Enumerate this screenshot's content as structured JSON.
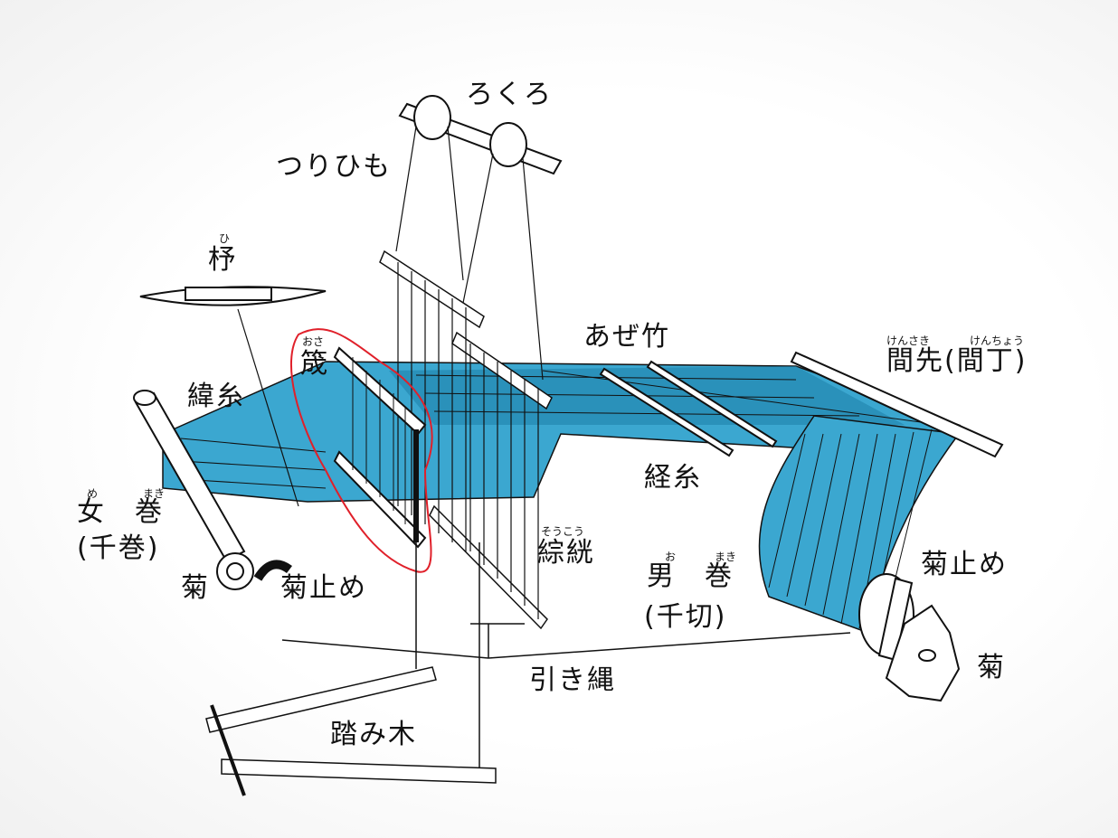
{
  "title": "機織り機の各部名称",
  "labels": {
    "rokuro": "ろくろ",
    "tsurihimo": "つりひも",
    "hi": "杼",
    "hi_ruby": "ひ",
    "osa": "筬",
    "osa_ruby": "おさ",
    "nukiito": "緯糸",
    "azedake": "あぜ竹",
    "kensaki": "間先(間丁)",
    "kensaki_ruby": "けんさき",
    "kencho_ruby": "けんちょう",
    "tateito": "経糸",
    "memaki": "女　巻",
    "memaki_ruby_1": "め",
    "memaki_ruby_2": "まき",
    "chimaki": "(千巻)",
    "kiku_left": "菊",
    "kikudome_left": "菊止め",
    "soukou": "綜絖",
    "soukou_ruby": "そうこう",
    "omaki": "男　巻",
    "omaki_ruby_1": "お",
    "omaki_ruby_2": "まき",
    "chikiri": "(千切)",
    "kikudome_right": "菊止め",
    "kiku_right": "菊",
    "hikinawa": "引き縄",
    "fumiki": "踏み木"
  },
  "colors": {
    "warp": "#3ba7d0",
    "warp_dark": "#1e7fa8",
    "ink": "#111111",
    "highlight": "#e0202a"
  }
}
